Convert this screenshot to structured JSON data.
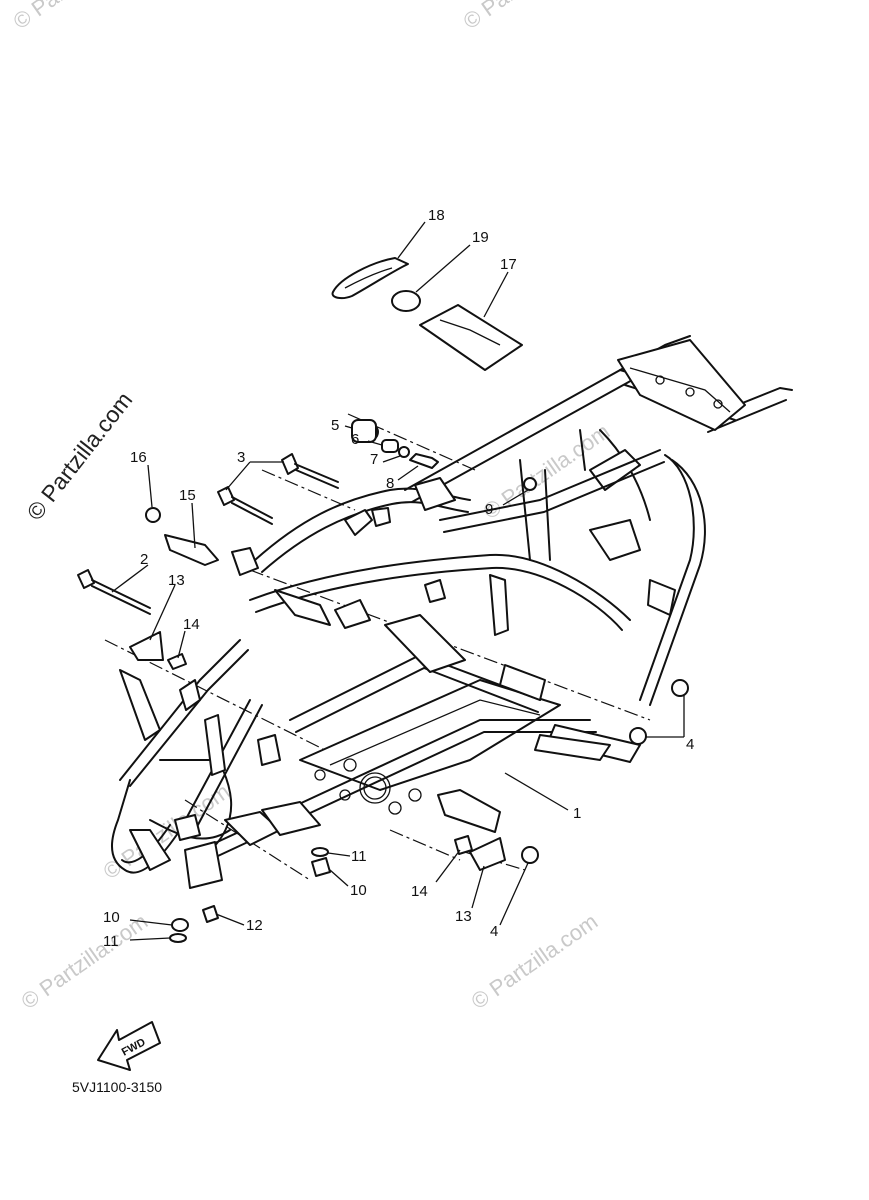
{
  "diagram": {
    "drawing_code": "5VJ1100-3150",
    "fwd_label": "FWD",
    "watermark": {
      "brand": "Partzilla.com",
      "main_text": "© Partzilla.com",
      "faint_text": "© Partzilla.com"
    },
    "callouts": [
      {
        "id": "c18",
        "text": "18"
      },
      {
        "id": "c19",
        "text": "19"
      },
      {
        "id": "c17",
        "text": "17"
      },
      {
        "id": "c16",
        "text": "16"
      },
      {
        "id": "c3",
        "text": "3"
      },
      {
        "id": "c5",
        "text": "5"
      },
      {
        "id": "c6",
        "text": "6"
      },
      {
        "id": "c7",
        "text": "7"
      },
      {
        "id": "c8",
        "text": "8"
      },
      {
        "id": "c15",
        "text": "15"
      },
      {
        "id": "c9",
        "text": "9"
      },
      {
        "id": "c2",
        "text": "2"
      },
      {
        "id": "c13a",
        "text": "13"
      },
      {
        "id": "c14a",
        "text": "14"
      },
      {
        "id": "c4a",
        "text": "4"
      },
      {
        "id": "c1",
        "text": "1"
      },
      {
        "id": "c11a",
        "text": "11"
      },
      {
        "id": "c10a",
        "text": "10"
      },
      {
        "id": "c14b",
        "text": "14"
      },
      {
        "id": "c13b",
        "text": "13"
      },
      {
        "id": "c4b",
        "text": "4"
      },
      {
        "id": "c12",
        "text": "12"
      },
      {
        "id": "c10b",
        "text": "10"
      },
      {
        "id": "c11b",
        "text": "11"
      }
    ]
  }
}
